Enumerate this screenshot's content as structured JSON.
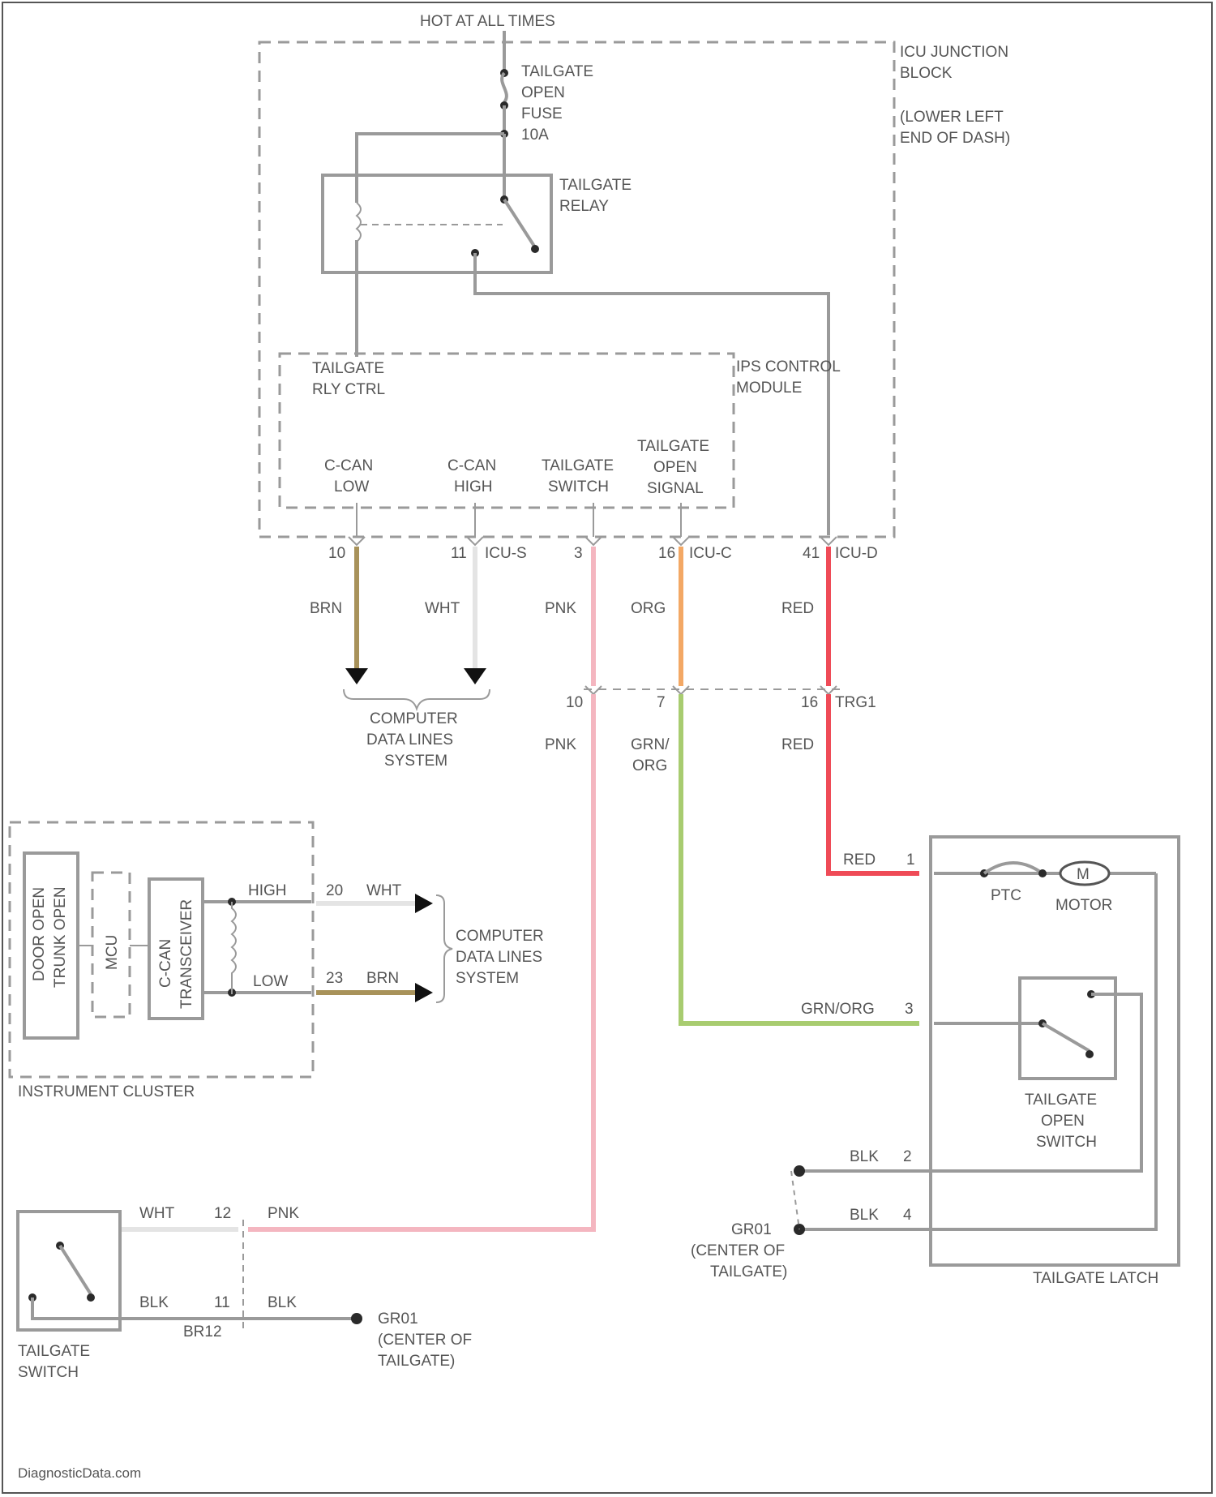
{
  "colors": {
    "wire_gray": "#9a9a9a",
    "brn": "#a8925a",
    "pnk": "#f4b6c0",
    "org": "#f3a865",
    "red": "#ef4b57",
    "grn_org": "#a8cc70",
    "wht": "#e4e4e4"
  },
  "top": {
    "hot_label": "HOT AT ALL TIMES"
  },
  "icu_block": {
    "line1": "ICU JUNCTION",
    "line2": "BLOCK",
    "line3": "(LOWER LEFT",
    "line4": "END OF DASH)"
  },
  "fuse": {
    "line1": "TAILGATE",
    "line2": "OPEN",
    "line3": "FUSE",
    "line4": "10A"
  },
  "relay": {
    "line1": "TAILGATE",
    "line2": "RELAY"
  },
  "ips_module": {
    "line1": "IPS CONTROL",
    "line2": "MODULE",
    "rly_ctrl_1": "TAILGATE",
    "rly_ctrl_2": "RLY CTRL",
    "ccan_low_1": "C-CAN",
    "ccan_low_2": "LOW",
    "ccan_high_1": "C-CAN",
    "ccan_high_2": "HIGH",
    "tg_switch_1": "TAILGATE",
    "tg_switch_2": "SWITCH",
    "tg_open_1": "TAILGATE",
    "tg_open_2": "OPEN",
    "tg_open_3": "SIGNAL"
  },
  "connectors": {
    "pin_low": "10",
    "pin_high": "11",
    "conn_b": "ICU-S",
    "pin_switch": "3",
    "pin_open": "16",
    "conn_c": "ICU-C",
    "pin_red": "41",
    "conn_d": "ICU-D",
    "inline_pin_pnk": "10",
    "inline_pin_grn": "7",
    "inline_pin_red": "16",
    "inline_conn": "TRG1"
  },
  "wire_labels": {
    "brn": "BRN",
    "wht": "WHT",
    "pnk_top": "PNK",
    "org": "ORG",
    "red_top": "RED",
    "pnk_low": "PNK",
    "grn1": "GRN/",
    "grn2": "ORG",
    "red_low": "RED"
  },
  "data_lines_1": {
    "line1": "COMPUTER",
    "line2": "DATA LINES",
    "line3": "SYSTEM"
  },
  "cluster": {
    "title": "INSTRUMENT CLUSTER",
    "door_open_1": "DOOR OPEN",
    "door_open_2": "TRUNK OPEN",
    "mcu": "MCU",
    "transceiver_1": "C-CAN",
    "transceiver_2": "TRANSCEIVER",
    "high": "HIGH",
    "low": "LOW",
    "pin_high": "20",
    "wht": "WHT",
    "pin_low": "23",
    "brn": "BRN"
  },
  "data_lines_2": {
    "line1": "COMPUTER",
    "line2": "DATA LINES",
    "line3": "SYSTEM"
  },
  "latch": {
    "title": "TAILGATE LATCH",
    "red_label": "RED",
    "pin1": "1",
    "ptc": "PTC",
    "motor_symbol": "M",
    "motor": "MOTOR",
    "grn_label": "GRN/ORG",
    "pin3": "3",
    "switch_1": "TAILGATE",
    "switch_2": "OPEN",
    "switch_3": "SWITCH",
    "blk_2": "BLK",
    "pin2": "2",
    "blk_4": "BLK",
    "pin4": "4",
    "ground_1": "GR01",
    "ground_2": "(CENTER OF",
    "ground_3": "TAILGATE)"
  },
  "tailgate_switch": {
    "title_1": "TAILGATE",
    "title_2": "SWITCH",
    "wht": "WHT",
    "pin12": "12",
    "pnk": "PNK",
    "blk": "BLK",
    "pin11": "11",
    "blk2": "BLK",
    "conn": "BR12",
    "ground_1": "GR01",
    "ground_2": "(CENTER OF",
    "ground_3": "TAILGATE)"
  },
  "footer": {
    "watermark": "DiagnosticData.com"
  }
}
